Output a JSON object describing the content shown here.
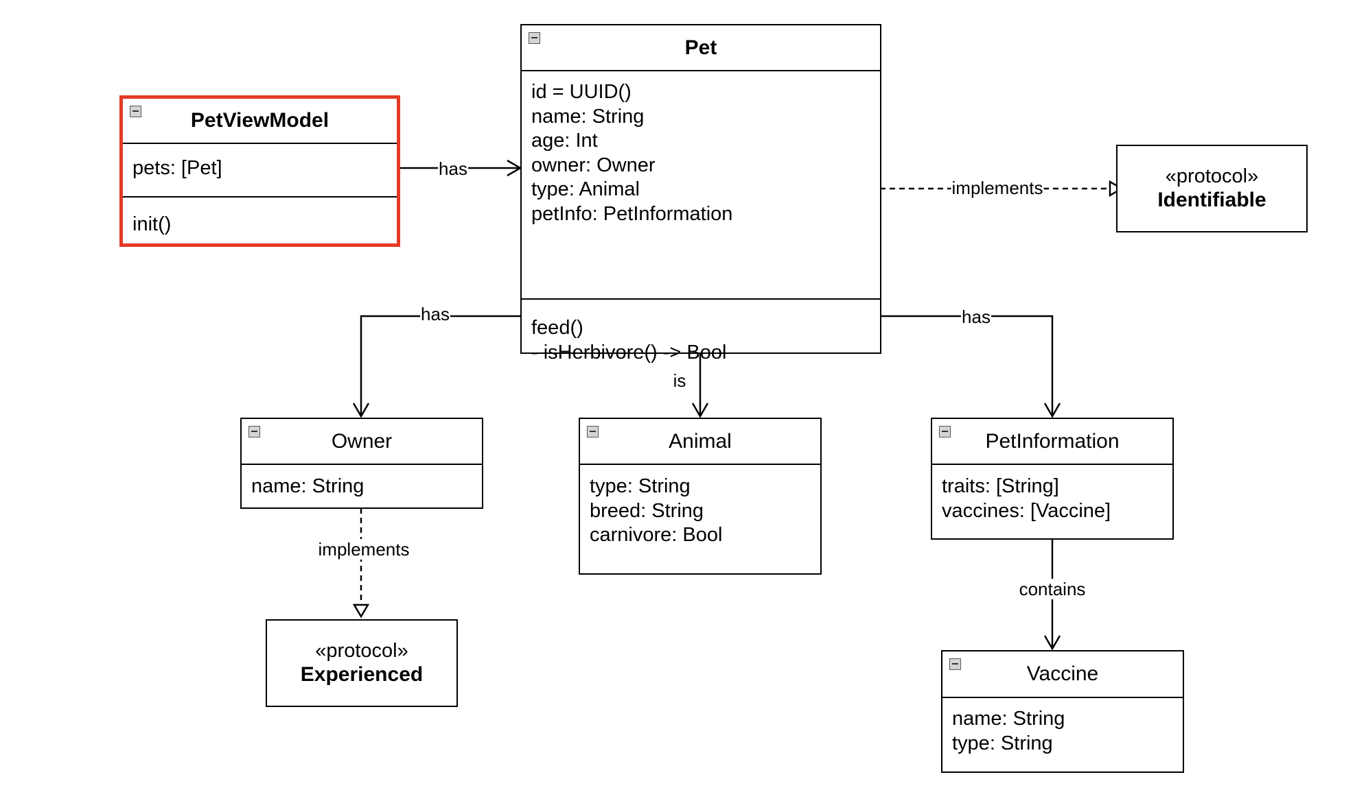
{
  "classes": {
    "pet": {
      "name": "Pet",
      "attributes": [
        "id = UUID()",
        "name: String",
        "age: Int",
        "owner: Owner",
        "type: Animal",
        "petInfo: PetInformation"
      ],
      "methods": [
        "feed()",
        "- isHerbivore() -> Bool"
      ]
    },
    "pet_view_model": {
      "name": "PetViewModel",
      "attributes": [
        "pets: [Pet]"
      ],
      "methods": [
        "init()"
      ]
    },
    "owner": {
      "name": "Owner",
      "attributes": [
        "name: String"
      ]
    },
    "animal": {
      "name": "Animal",
      "attributes": [
        "type: String",
        "breed: String",
        "carnivore: Bool"
      ]
    },
    "pet_information": {
      "name": "PetInformation",
      "attributes": [
        "traits: [String]",
        "vaccines: [Vaccine]"
      ]
    },
    "vaccine": {
      "name": "Vaccine",
      "attributes": [
        "name: String",
        "type: String"
      ]
    }
  },
  "protocols": {
    "identifiable": {
      "stereotype": "«protocol»",
      "name": "Identifiable"
    },
    "experienced": {
      "stereotype": "«protocol»",
      "name": "Experienced"
    }
  },
  "relations": {
    "viewmodel_pet": "has",
    "pet_identifiable": "implements",
    "pet_owner": "has",
    "pet_animal": "is",
    "pet_petinfo": "has",
    "owner_experienced": "implements",
    "petinfo_vaccine": "contains"
  },
  "colors": {
    "selection_border": "#e53a25",
    "stroke": "#000000",
    "collapse_button": "#d4d4d4"
  },
  "icons": {
    "collapse_toggle": "minus-square-icon"
  }
}
